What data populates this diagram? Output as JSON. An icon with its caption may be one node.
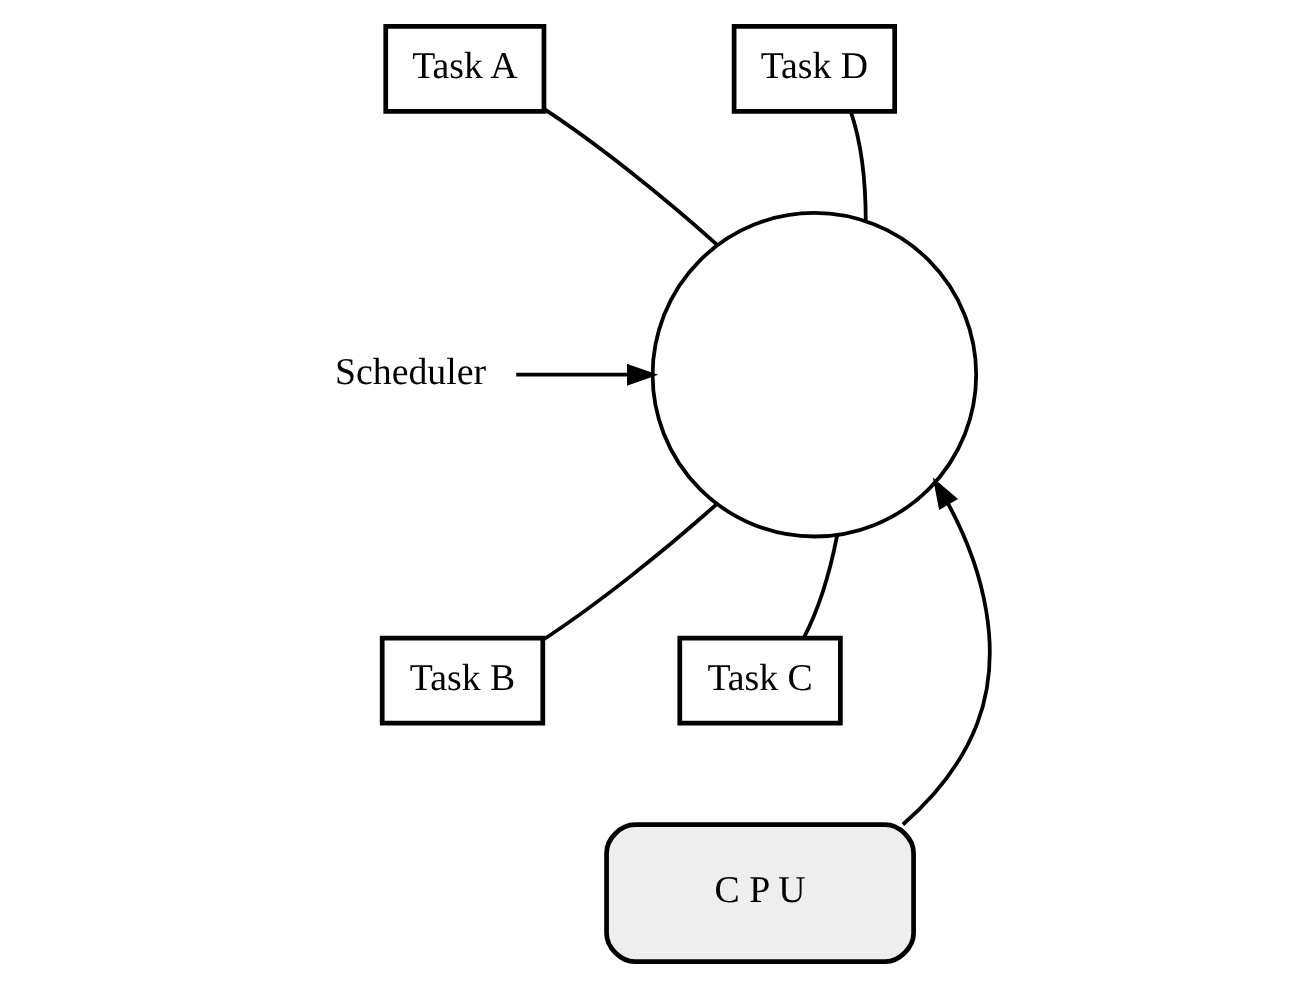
{
  "diagram": {
    "nodes": [
      {
        "text": [
          "Task A"
        ]
      },
      {
        "text": [
          "Task D"
        ]
      },
      {
        "text": [],
        "shape": "circle"
      },
      {
        "text": [
          "Scheduler"
        ]
      },
      {
        "text": [
          "Task B"
        ]
      },
      {
        "text": [
          "Task C"
        ]
      },
      {
        "text": [
          "C P U"
        ]
      }
    ],
    "edges": [
      {
        "from": 0,
        "to": 2,
        "arrow": "none"
      },
      {
        "from": 1,
        "to": 2,
        "arrow": "none"
      },
      {
        "from": 3,
        "to": 2,
        "arrow": "to"
      },
      {
        "from": 4,
        "to": 2,
        "arrow": "none"
      },
      {
        "from": 5,
        "to": 2,
        "arrow": "none"
      },
      {
        "from": 6,
        "to": 2,
        "arrow": "to"
      }
    ]
  }
}
